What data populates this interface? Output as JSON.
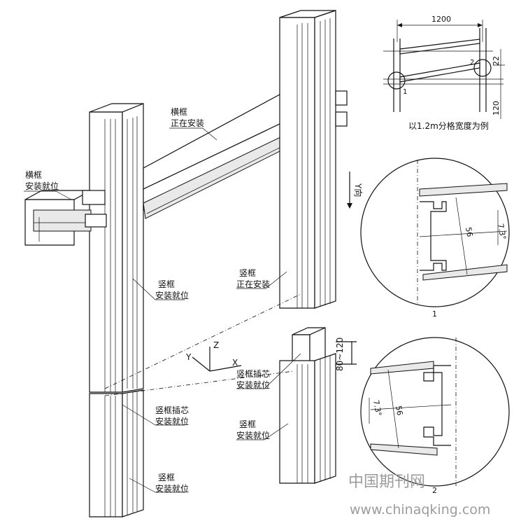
{
  "labels": {
    "transom_installing": [
      "横框",
      "正在安装"
    ],
    "transom_in_place": [
      "横框",
      "安装就位"
    ],
    "mullion_in_place_upper": [
      "竖框",
      "安装就位"
    ],
    "mullion_installing": [
      "竖框",
      "正在安装"
    ],
    "mullion_insert_in_place": [
      "竖框插芯",
      "安装就位"
    ],
    "mullion_insert_in_place_lower": [
      "竖框插芯",
      "安装就位"
    ],
    "mullion_in_place_lower_left": [
      "竖框",
      "安装就位"
    ],
    "mullion_in_place_lower_right": [
      "竖框",
      "安装就位"
    ]
  },
  "axes": {
    "y": "Y",
    "z": "Z",
    "x": "X",
    "y_dir": "Y向"
  },
  "dimensions": {
    "span": "1200",
    "offset_top": "22",
    "offset_bottom": "120",
    "gap": "80~120",
    "angle_top": "7.3°",
    "angle_bottom": "7.3°",
    "width_top": "56",
    "width_bottom": "56"
  },
  "markers": {
    "one": "1",
    "two": "2",
    "detail_one": "1",
    "detail_two": "2"
  },
  "caption": "以1.2m分格宽度为例",
  "watermark": {
    "cn": "中国期刊网",
    "url": "www.chinaqking.com"
  }
}
